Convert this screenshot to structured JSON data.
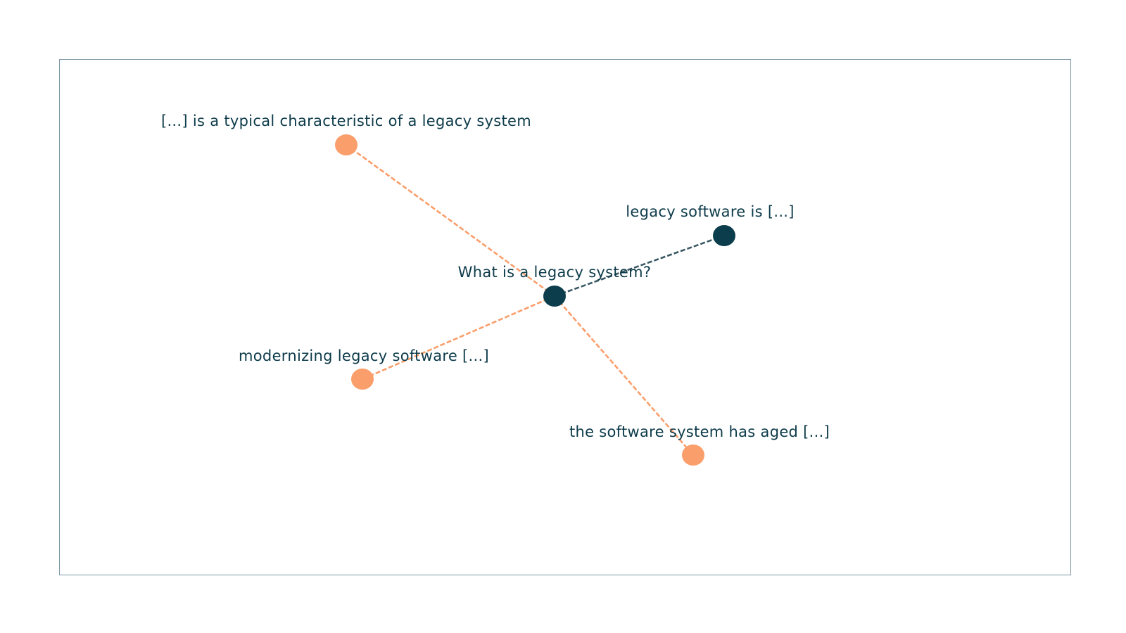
{
  "colors": {
    "primary": "#0b3d4c",
    "secondary": "#fa9e6b",
    "frame": "#7d97a6",
    "label": "#0d3b4a"
  },
  "graph": {
    "nodes": [
      {
        "id": "center",
        "label": "What is a legacy system?",
        "kind": "primary"
      },
      {
        "id": "n1",
        "label": "[...] is a typical characteristic of a legacy system",
        "kind": "secondary"
      },
      {
        "id": "n2",
        "label": "legacy software is [...]",
        "kind": "primary"
      },
      {
        "id": "n3",
        "label": "modernizing legacy software [...]",
        "kind": "secondary"
      },
      {
        "id": "n4",
        "label": "the software system has aged [...]",
        "kind": "secondary"
      }
    ],
    "edges": [
      {
        "from": "center",
        "to": "n1"
      },
      {
        "from": "center",
        "to": "n2"
      },
      {
        "from": "center",
        "to": "n3"
      },
      {
        "from": "center",
        "to": "n4"
      }
    ]
  }
}
